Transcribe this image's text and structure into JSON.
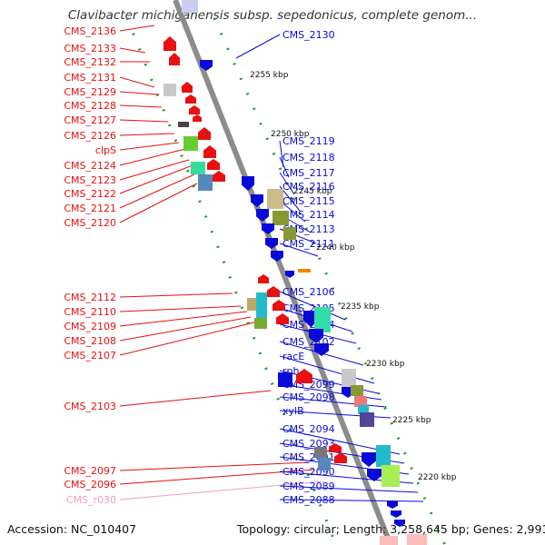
{
  "title": "Clavibacter michiganensis subsp. sepedonicus, complete genom...",
  "footer": {
    "accession": "Accession: NC_010407",
    "topology": "Topology: circular; Length: 3,258,645 bp; Genes: 2,991"
  },
  "colors": {
    "forward": "#0a0ad8",
    "reverse": "#e81010",
    "rna": "#f0a0c8",
    "backbone": "#8c8c8c",
    "tick": "#2a9a2a"
  },
  "kbp_marks": [
    "2255 kbp",
    "2250 kbp",
    "2245 kbp",
    "2240 kbp",
    "2235 kbp",
    "2230 kbp",
    "2225 kbp",
    "2220 kbp"
  ],
  "genes_left": [
    {
      "label": "CMS_2136",
      "strand": "reverse"
    },
    {
      "label": "CMS_2133",
      "strand": "reverse"
    },
    {
      "label": "CMS_2132",
      "strand": "reverse"
    },
    {
      "label": "CMS_2131",
      "strand": "reverse"
    },
    {
      "label": "CMS_2129",
      "strand": "reverse"
    },
    {
      "label": "CMS_2128",
      "strand": "reverse"
    },
    {
      "label": "CMS_2127",
      "strand": "reverse"
    },
    {
      "label": "CMS_2126",
      "strand": "reverse"
    },
    {
      "label": "clpS",
      "strand": "reverse"
    },
    {
      "label": "CMS_2124",
      "strand": "reverse"
    },
    {
      "label": "CMS_2123",
      "strand": "reverse"
    },
    {
      "label": "CMS_2122",
      "strand": "reverse"
    },
    {
      "label": "CMS_2121",
      "strand": "reverse"
    },
    {
      "label": "CMS_2120",
      "strand": "reverse"
    },
    {
      "label": "CMS_2112",
      "strand": "reverse"
    },
    {
      "label": "CMS_2110",
      "strand": "reverse"
    },
    {
      "label": "CMS_2109",
      "strand": "reverse"
    },
    {
      "label": "CMS_2108",
      "strand": "reverse"
    },
    {
      "label": "CMS_2107",
      "strand": "reverse"
    },
    {
      "label": "CMS_2103",
      "strand": "reverse"
    },
    {
      "label": "CMS_2097",
      "strand": "reverse"
    },
    {
      "label": "CMS_2096",
      "strand": "reverse"
    },
    {
      "label": "CMS_r030",
      "strand": "rna"
    }
  ],
  "genes_right": [
    {
      "label": "CMS_2130",
      "strand": "forward"
    },
    {
      "label": "CMS_2119",
      "strand": "forward"
    },
    {
      "label": "CMS_2118",
      "strand": "forward"
    },
    {
      "label": "CMS_2117",
      "strand": "forward"
    },
    {
      "label": "CMS_2116",
      "strand": "forward"
    },
    {
      "label": "CMS_2115",
      "strand": "forward"
    },
    {
      "label": "CMS_2114",
      "strand": "forward"
    },
    {
      "label": "CMS_2113",
      "strand": "forward"
    },
    {
      "label": "CMS_2111",
      "strand": "forward"
    },
    {
      "label": "CMS_2106",
      "strand": "forward"
    },
    {
      "label": "CMS_2105",
      "strand": "forward"
    },
    {
      "label": "CMS_2104",
      "strand": "forward"
    },
    {
      "label": "CMS_2102",
      "strand": "forward"
    },
    {
      "label": "racE",
      "strand": "forward"
    },
    {
      "label": "rph",
      "strand": "forward"
    },
    {
      "label": "CMS_2099",
      "strand": "forward"
    },
    {
      "label": "CMS_2098",
      "strand": "forward"
    },
    {
      "label": "xylB",
      "strand": "forward"
    },
    {
      "label": "CMS_2094",
      "strand": "forward"
    },
    {
      "label": "CMS_2093",
      "strand": "forward"
    },
    {
      "label": "CMS_2091",
      "strand": "forward"
    },
    {
      "label": "CMS_2090",
      "strand": "forward"
    },
    {
      "label": "CMS_2089",
      "strand": "forward"
    },
    {
      "label": "CMS_2088",
      "strand": "forward"
    }
  ]
}
